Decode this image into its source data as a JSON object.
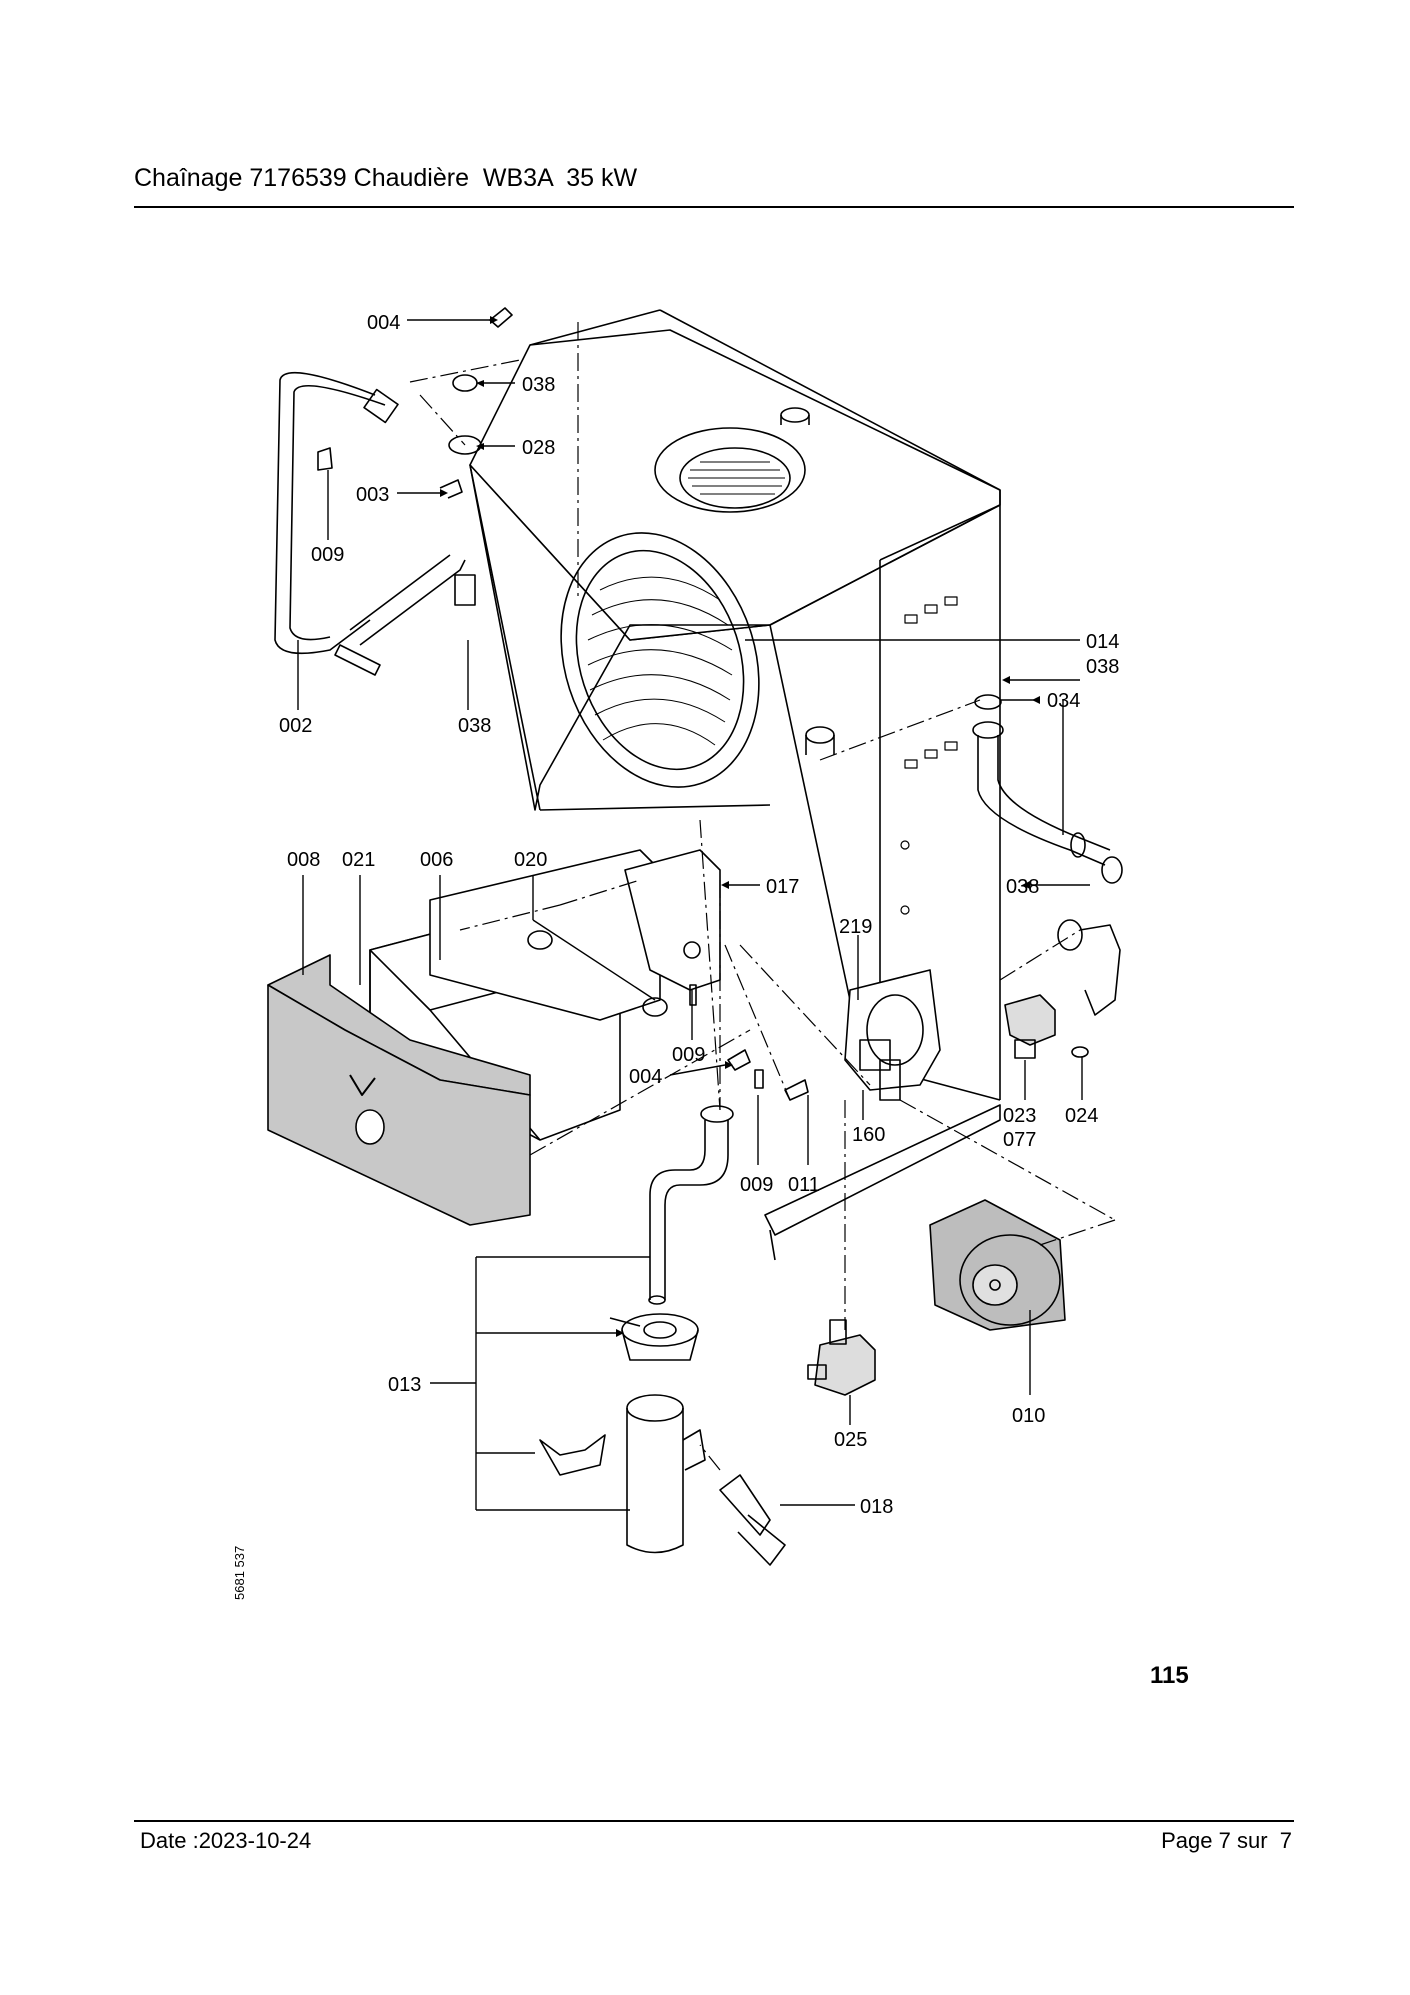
{
  "header": {
    "title": "Chaînage 7176539 Chaudière  WB3A  35 kW"
  },
  "diagram": {
    "figure_number": "115",
    "drawing_ref": "5681 537",
    "part_labels": {
      "p004a": "004",
      "p038a": "038",
      "p028": "028",
      "p003": "003",
      "p009a": "009",
      "p002": "002",
      "p038b": "038",
      "p014": "014",
      "p038c": "038",
      "p034": "034",
      "p038d": "038",
      "p008": "008",
      "p021": "021",
      "p006": "006",
      "p020": "020",
      "p017": "017",
      "p219": "219",
      "p009b": "009",
      "p004b": "004",
      "p160": "160",
      "p009c": "009",
      "p011": "011",
      "p023": "023",
      "p077": "077",
      "p024": "024",
      "p013": "013",
      "p025": "025",
      "p010": "010",
      "p018": "018"
    }
  },
  "footer": {
    "date": "Date :2023-10-24",
    "page": "Page 7 sur  7"
  }
}
